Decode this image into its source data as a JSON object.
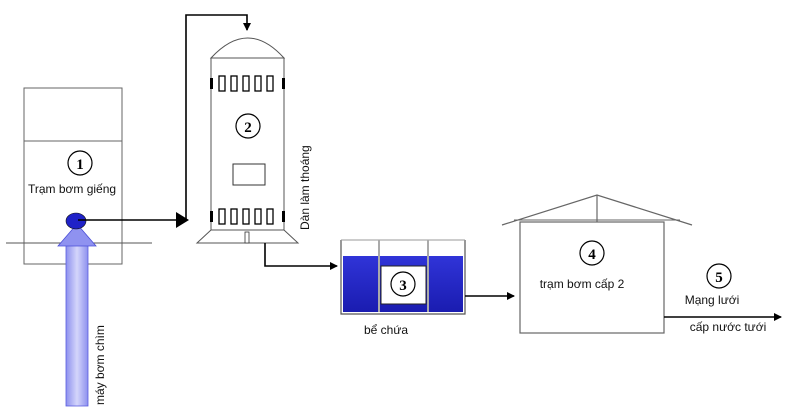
{
  "diagram": {
    "stages": [
      {
        "number": "1",
        "label": "Trạm bơm giếng"
      },
      {
        "number": "2",
        "label": "Dàn làm thoáng"
      },
      {
        "number": "3",
        "label": "bể chứa"
      },
      {
        "number": "4",
        "label": "trạm bơm cấp 2"
      },
      {
        "number": "5",
        "label_line1": "Mạng lưới",
        "label_line2": "cấp nước tưới"
      }
    ],
    "pump_label": "máy bơm chìm"
  },
  "colors": {
    "water": "#1f22c8",
    "pump_pipe": "#a6a8f2",
    "line": "#000000"
  }
}
